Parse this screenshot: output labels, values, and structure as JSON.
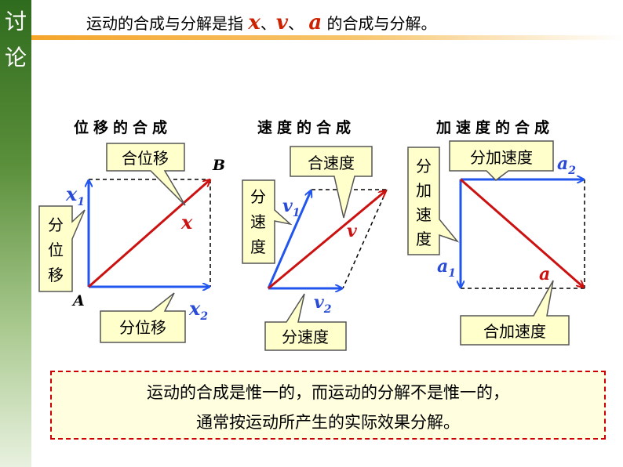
{
  "sidebar": {
    "chars": [
      "讨",
      "论"
    ]
  },
  "header": {
    "prefix": "运动的合成与分解是指 ",
    "var_x": "x",
    "sep1": "、",
    "var_v": "v",
    "sep2": "、 ",
    "var_a": "a",
    "suffix": " 的合成与分解。"
  },
  "panels": {
    "displacement": {
      "title": "位移的合成",
      "resultant_callout": "合位移",
      "component_callout_vertical": [
        "分",
        "位",
        "移"
      ],
      "component_callout_horizontal": "分位移",
      "point_a": "A",
      "point_b": "B",
      "label_x": "x",
      "label_x1": "x",
      "label_x1_sub": "1",
      "label_x2": "x",
      "label_x2_sub": "2"
    },
    "velocity": {
      "title": "速度的合成",
      "resultant_callout": "合速度",
      "component_callout_vertical": [
        "分",
        "速",
        "度"
      ],
      "component_callout_horizontal": "分速度",
      "label_v": "v",
      "label_v1": "v",
      "label_v1_sub": "1",
      "label_v2": "v",
      "label_v2_sub": "2"
    },
    "acceleration": {
      "title": "加速度的合成",
      "resultant_callout": "合加速度",
      "component_callout_vertical": [
        "分",
        "加",
        "速",
        "度"
      ],
      "component_callout_horizontal": "分加速度",
      "label_a": "a",
      "label_a1": "a",
      "label_a1_sub": "1",
      "label_a2": "a",
      "label_a2_sub": "2"
    }
  },
  "note": {
    "line1": "运动的合成是惟一的，而运动的分解不是惟一的，",
    "line2": "通常按运动所产生的实际效果分解。"
  },
  "colors": {
    "component_vector": "#2255ee",
    "resultant_vector": "#cc1111",
    "callout_fill": "#ffffcc",
    "label_blue": "#2a4bd6",
    "label_red": "#cc1111"
  }
}
